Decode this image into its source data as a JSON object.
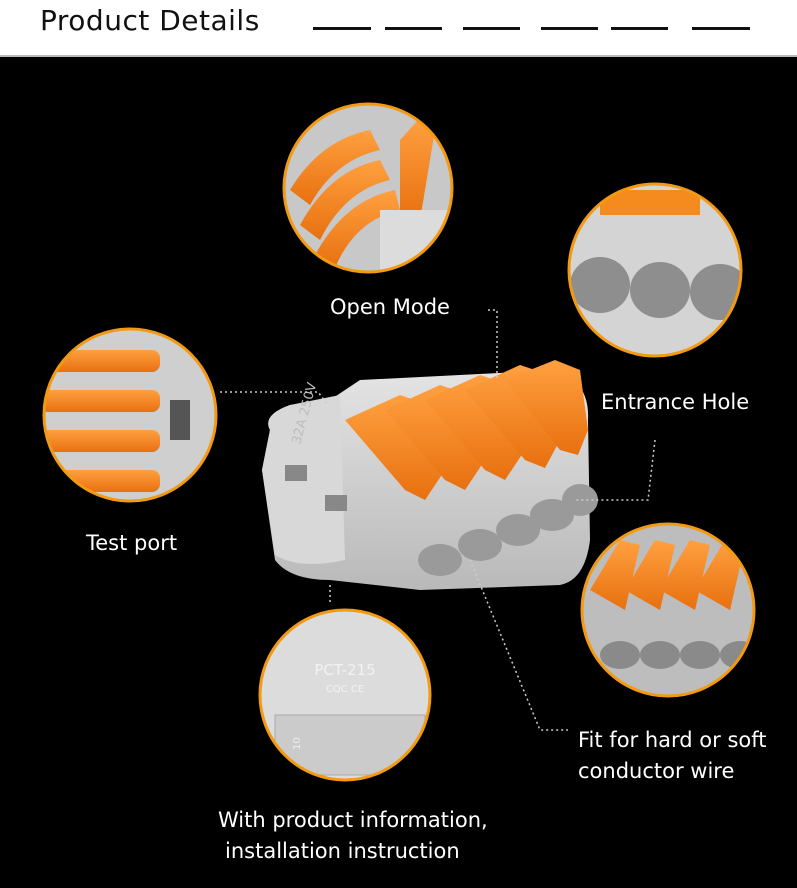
{
  "header": {
    "title": "Product Details"
  },
  "callouts": {
    "open_mode": "Open Mode",
    "entrance_hole": "Entrance Hole",
    "test_port": "Test port",
    "fit_line1": "Fit for hard or soft",
    "fit_line2": "conductor wire",
    "info_line1": "With product information,",
    "info_line2": "installation instruction"
  },
  "product_markings": {
    "model": "PCT-215",
    "cert": "CQC CE",
    "rating": "32A 250V",
    "wire_length": "10"
  },
  "colors": {
    "accent_orange": "#f58a1f",
    "ring_orange": "#f29a12",
    "housing_gray": "#cfcfcf",
    "background": "#000000"
  }
}
